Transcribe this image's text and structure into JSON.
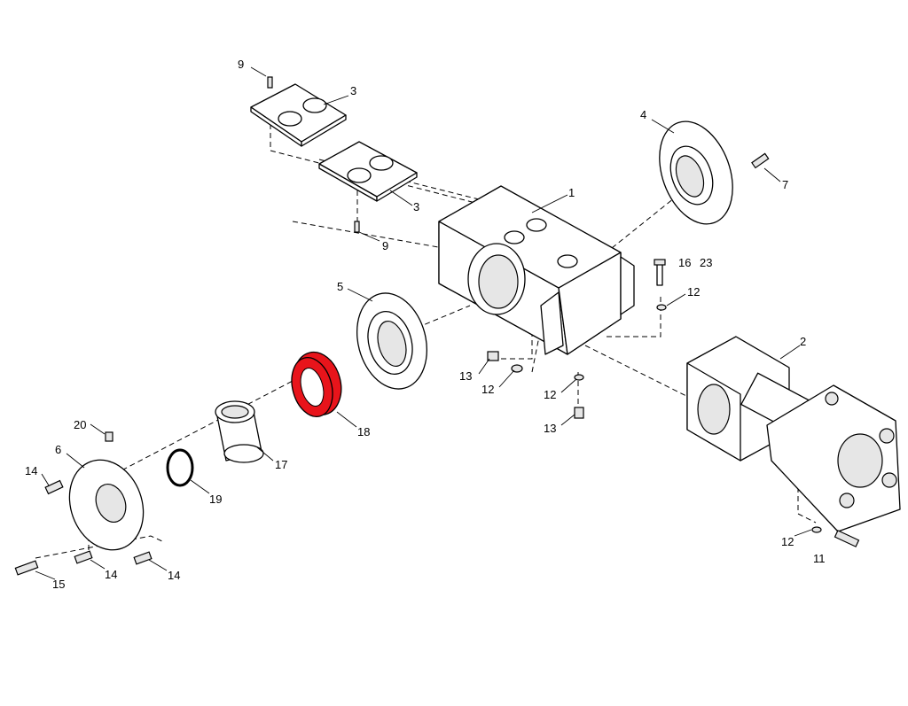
{
  "diagram": {
    "highlight_color": "#e8141b",
    "highlighted_part": "18",
    "callouts": [
      {
        "label": "9"
      },
      {
        "label": "3"
      },
      {
        "label": "3"
      },
      {
        "label": "9"
      },
      {
        "label": "1"
      },
      {
        "label": "4"
      },
      {
        "label": "7"
      },
      {
        "label": "16"
      },
      {
        "label": "23"
      },
      {
        "label": "12"
      },
      {
        "label": "5"
      },
      {
        "label": "2"
      },
      {
        "label": "13"
      },
      {
        "label": "12"
      },
      {
        "label": "12"
      },
      {
        "label": "13"
      },
      {
        "label": "18"
      },
      {
        "label": "20"
      },
      {
        "label": "6"
      },
      {
        "label": "14"
      },
      {
        "label": "17"
      },
      {
        "label": "19"
      },
      {
        "label": "12"
      },
      {
        "label": "11"
      },
      {
        "label": "15"
      },
      {
        "label": "14"
      },
      {
        "label": "14"
      }
    ]
  }
}
